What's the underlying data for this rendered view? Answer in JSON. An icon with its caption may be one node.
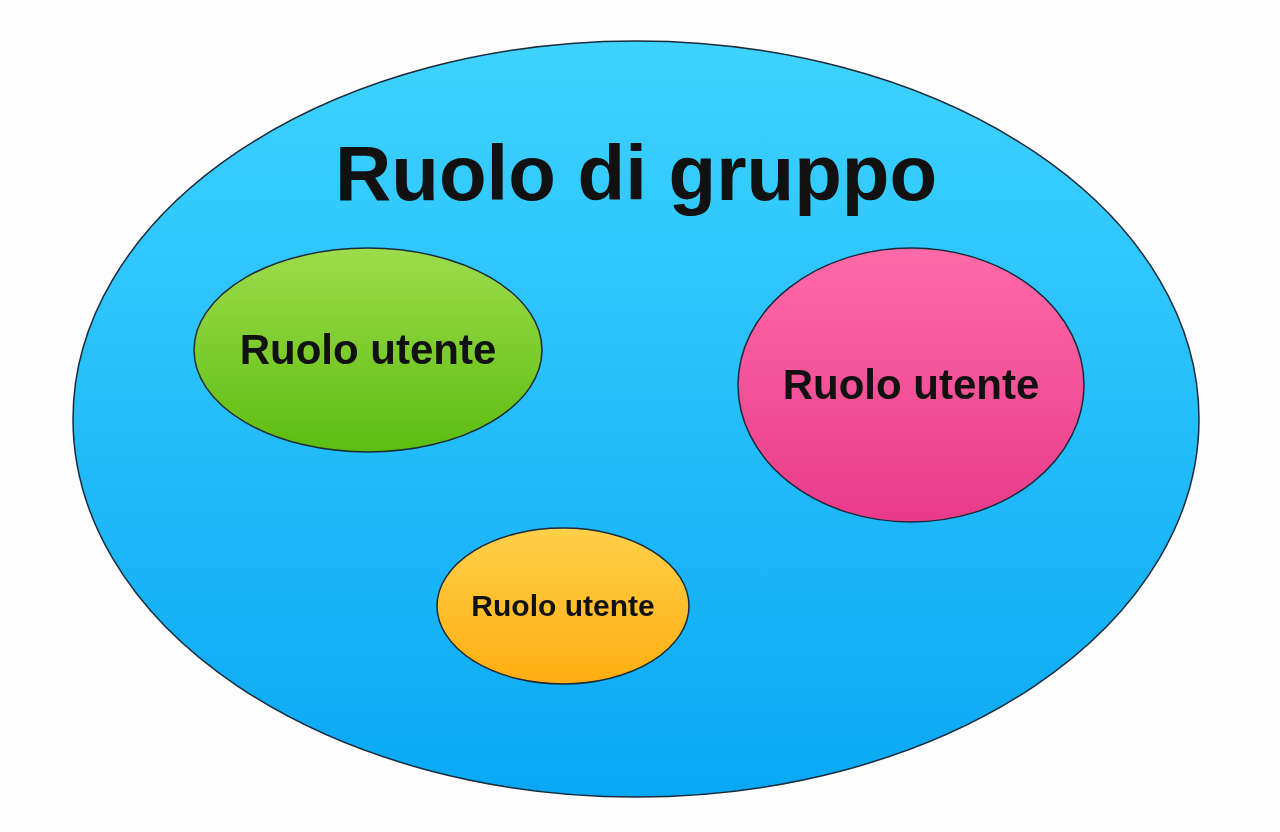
{
  "diagram": {
    "nodes": [
      {
        "text": [
          "Ruolo di gruppo"
        ]
      },
      {
        "text": [
          "Ruolo utente"
        ],
        "in": 0
      },
      {
        "text": [
          "Ruolo utente"
        ],
        "in": 0
      },
      {
        "text": [
          "Ruolo utente"
        ],
        "in": 0
      }
    ]
  }
}
